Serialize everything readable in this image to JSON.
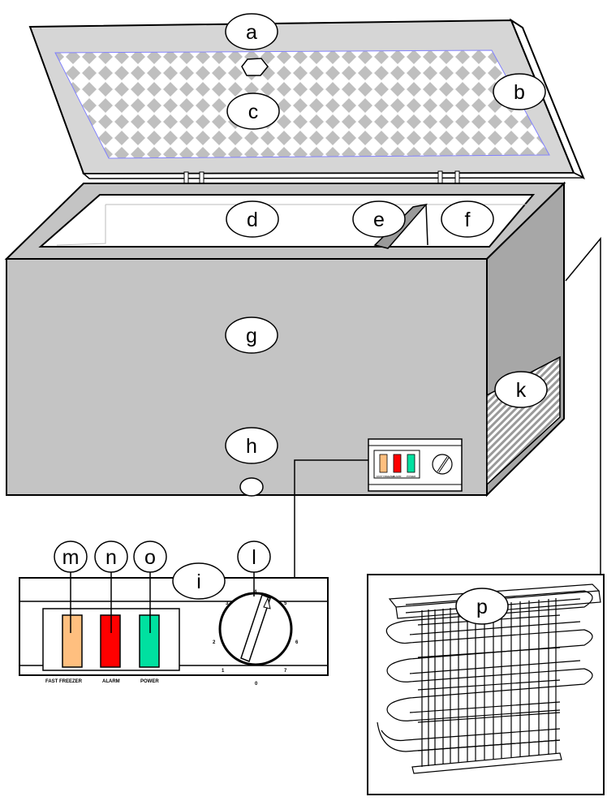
{
  "callouts": {
    "a": "a",
    "b": "b",
    "c": "c",
    "d": "d",
    "e": "e",
    "f": "f",
    "g": "g",
    "h": "h",
    "i": "i",
    "k": "k",
    "l": "l",
    "m": "m",
    "n": "n",
    "o": "o",
    "p": "p"
  },
  "panel": {
    "fast_freezer": "FAST FREEZER",
    "alarm": "ALARM",
    "power": "POWER",
    "dial_numbers": [
      "0",
      "1",
      "2",
      "3",
      "4",
      "5",
      "6",
      "7"
    ]
  },
  "colors": {
    "cabinet": "#c4c4c4",
    "cabinet_side": "#a7a7a7",
    "fast_freezer_light": "#ffbf7f",
    "alarm_light": "#ff0000",
    "power_light": "#00e0a0"
  }
}
